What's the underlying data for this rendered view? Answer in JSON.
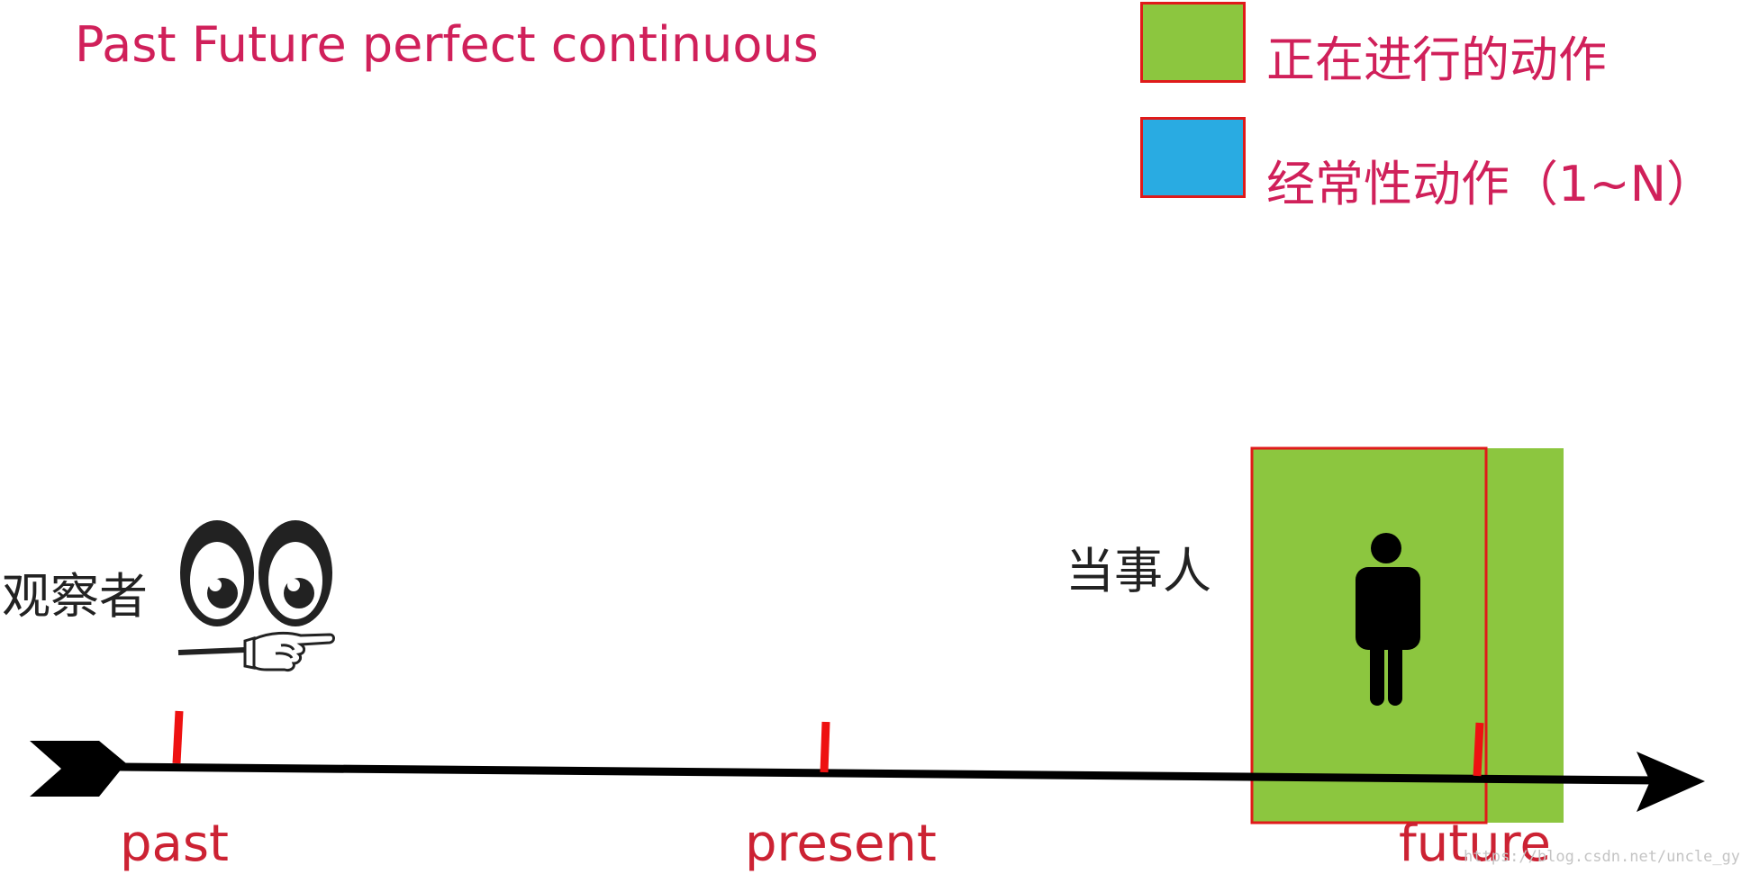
{
  "title": "Past Future perfect continuous",
  "legend": [
    {
      "label": "正在进行的动作",
      "color": "#8cc63f"
    },
    {
      "label": "经常性动作（1~N）",
      "color": "#29abe2"
    }
  ],
  "observer_label": "观察者",
  "subject_label": "当事人",
  "timeline": {
    "past": "past",
    "present": "present",
    "future": "future"
  },
  "watermark": "https://blog.csdn.net/uncle_gy",
  "colors": {
    "accent_text": "#d0205a",
    "tick": "#ee1111",
    "action_green": "#8cc63f",
    "frequent_blue": "#29abe2",
    "box_border": "#e01a1a"
  },
  "icons": [
    "eyes-icon",
    "pointing-hand-icon",
    "person-icon",
    "timeline-arrow-icon"
  ]
}
